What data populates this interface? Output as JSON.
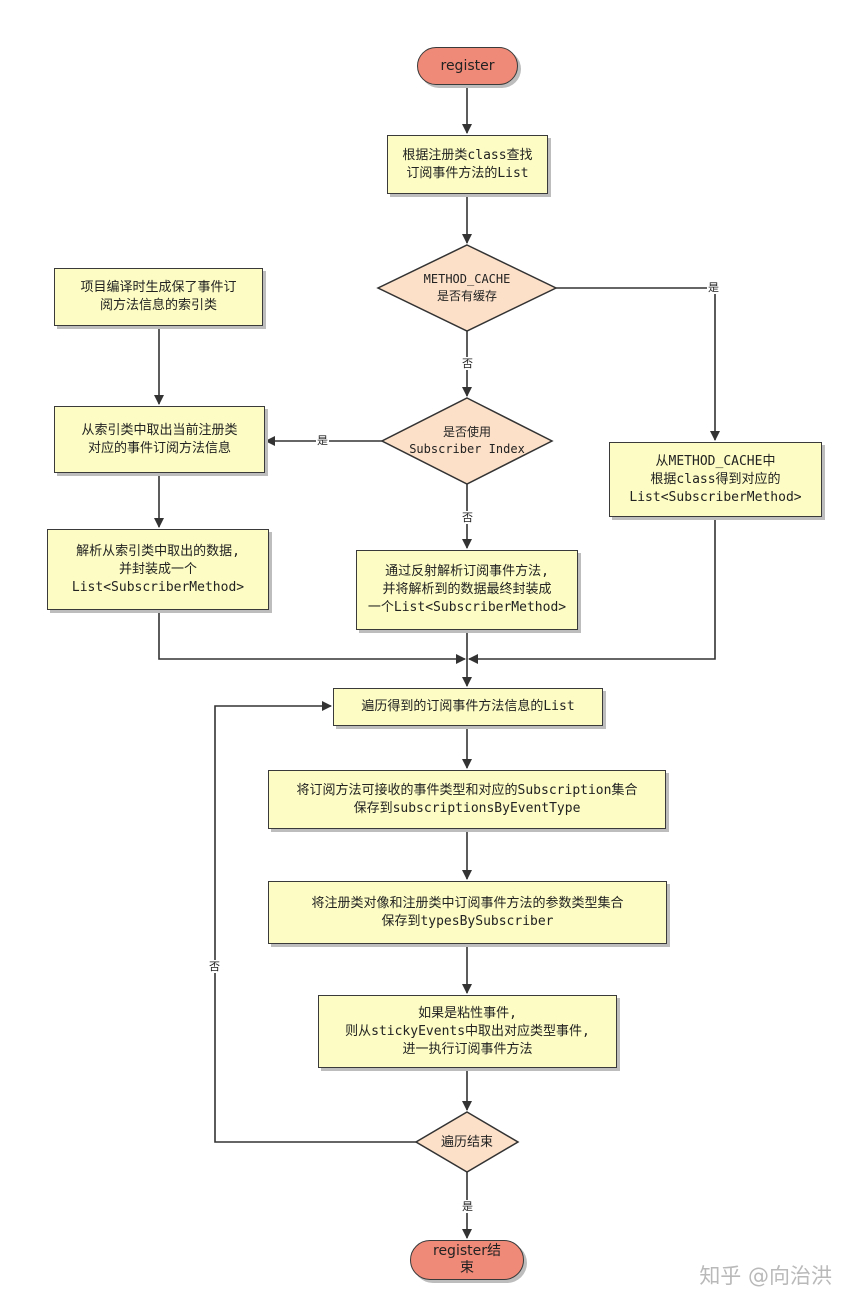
{
  "nodes": {
    "start": "register",
    "lookup": "根据注册类class查找\n订阅事件方法的List",
    "cache_check": "METHOD_CACHE\n是否有缓存",
    "index_generated": "项目编译时生成保了事件订\n阅方法信息的索引类",
    "use_index": "是否使用\nSubscriber Index",
    "from_index": "从索引类中取出当前注册类\n对应的事件订阅方法信息",
    "from_cache": "从METHOD_CACHE中\n根据class得到对应的\nList<SubscriberMethod>",
    "parse_index": "解析从索引类中取出的数据,\n并封装成一个\nList<SubscriberMethod>",
    "reflect": "通过反射解析订阅事件方法,\n并将解析到的数据最终封装成\n一个List<SubscriberMethod>",
    "iterate": "遍历得到的订阅事件方法信息的List",
    "save_subscriptions": "将订阅方法可接收的事件类型和对应的Subscription集合\n保存到subscriptionsByEventType",
    "save_types": "将注册类对像和注册类中订阅事件方法的参数类型集合\n保存到typesBySubscriber",
    "sticky": "如果是粘性事件,\n则从stickyEvents中取出对应类型事件,\n进一执行订阅事件方法",
    "loop_end": "遍历结束",
    "end": "register结\n束"
  },
  "edge_labels": {
    "cache_yes": "是",
    "cache_no": "否",
    "index_yes": "是",
    "index_no": "否",
    "loop_no": "否",
    "loop_yes": "是"
  },
  "watermark": "知乎 @向治洪",
  "colors": {
    "process_fill": "#fcfcc4",
    "decision_fill": "#fde0c8",
    "terminal_fill": "#f08a78",
    "line": "#333333"
  }
}
